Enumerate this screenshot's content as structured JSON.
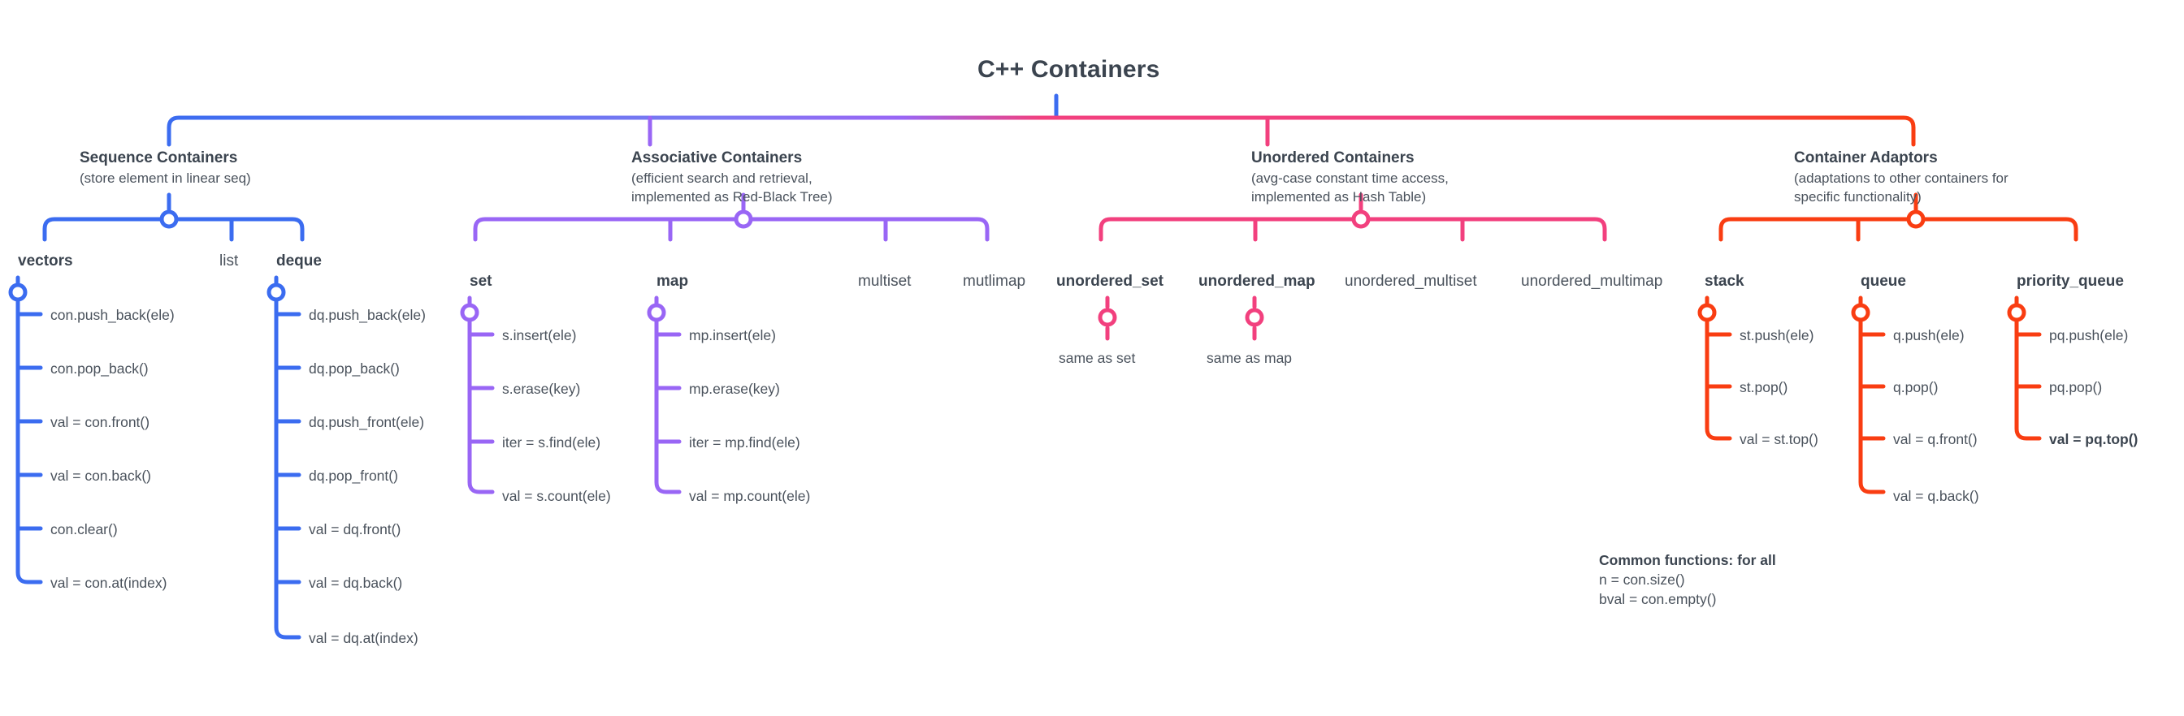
{
  "title": "C++ Containers",
  "colors": {
    "blue": "#3b6cf0",
    "purple": "#9966f5",
    "pink": "#f2407e",
    "orange": "#f93d12",
    "text": "#3b444f",
    "background": "#ffffff"
  },
  "groups": [
    {
      "id": "sequence",
      "title": "Sequence Containers",
      "subtitle": [
        "(store element in linear seq)"
      ],
      "color": "#3b6cf0",
      "children": [
        {
          "label": "vectors",
          "bold": true,
          "methods": [
            "con.push_back(ele)",
            "con.pop_back()",
            "val = con.front()",
            "val = con.back()",
            "con.clear()",
            "val = con.at(index)"
          ]
        },
        {
          "label": "list",
          "bold": false,
          "methods": []
        },
        {
          "label": "deque",
          "bold": true,
          "methods": [
            "dq.push_back(ele)",
            "dq.pop_back()",
            "dq.push_front(ele)",
            "dq.pop_front()",
            "val = dq.front()",
            "val = dq.back()",
            "val = dq.at(index)"
          ]
        }
      ]
    },
    {
      "id": "associative",
      "title": "Associative Containers",
      "subtitle": [
        "(efficient search and retrieval,",
        "implemented as Red-Black Tree)"
      ],
      "color": "#9966f5",
      "children": [
        {
          "label": "set",
          "bold": true,
          "methods": [
            "s.insert(ele)",
            "s.erase(key)",
            "iter = s.find(ele)",
            "val = s.count(ele)"
          ]
        },
        {
          "label": "map",
          "bold": true,
          "methods": [
            "mp.insert(ele)",
            "mp.erase(key)",
            "iter = mp.find(ele)",
            "val = mp.count(ele)"
          ]
        },
        {
          "label": "multiset",
          "bold": false,
          "methods": []
        },
        {
          "label": "mutlimap",
          "bold": false,
          "methods": []
        }
      ]
    },
    {
      "id": "unordered",
      "title": "Unordered Containers",
      "subtitle": [
        "(avg-case constant time access,",
        "implemented as Hash Table)"
      ],
      "color": "#f2407e",
      "children": [
        {
          "label": "unordered_set",
          "bold": true,
          "note": "same as set",
          "methods": []
        },
        {
          "label": "unordered_map",
          "bold": true,
          "note": "same as map",
          "methods": []
        },
        {
          "label": "unordered_multiset",
          "bold": false,
          "methods": []
        },
        {
          "label": "unordered_multimap",
          "bold": false,
          "methods": []
        }
      ]
    },
    {
      "id": "adaptors",
      "title": "Container Adaptors",
      "subtitle": [
        "(adaptations to other containers for",
        "specific functionality)"
      ],
      "color": "#f93d12",
      "children": [
        {
          "label": "stack",
          "bold": true,
          "methods": [
            "st.push(ele)",
            "st.pop()",
            "val = st.top()"
          ]
        },
        {
          "label": "queue",
          "bold": true,
          "methods": [
            "q.push(ele)",
            "q.pop()",
            "val = q.front()",
            "val = q.back()"
          ]
        },
        {
          "label": "priority_queue",
          "bold": true,
          "methods": [
            "pq.push(ele)",
            "pq.pop()",
            "val = pq.top()"
          ],
          "bold_methods": [
            2
          ]
        }
      ]
    }
  ],
  "note": {
    "heading": "Common functions: for all",
    "lines": [
      "n = con.size()",
      "bval = con.empty()"
    ]
  }
}
